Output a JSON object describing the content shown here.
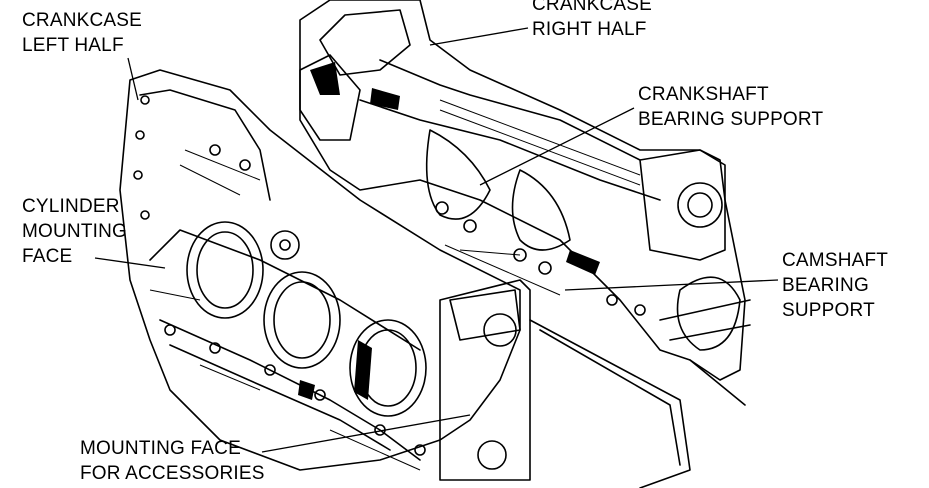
{
  "labels": {
    "crankcase_left": [
      "CRANKCASE",
      "LEFT HALF"
    ],
    "crankcase_right": [
      "CRANKCASE",
      "RIGHT HALF"
    ],
    "crankshaft_bearing": [
      "CRANKSHAFT",
      "BEARING SUPPORT"
    ],
    "cylinder_mounting": [
      "CYLINDER",
      "MOUNTING",
      "FACE"
    ],
    "camshaft_bearing": [
      "CAMSHAFT",
      "BEARING",
      "SUPPORT"
    ],
    "mounting_face": [
      "MOUNTING FACE",
      "FOR ACCESSORIES"
    ]
  },
  "colors": {
    "ink": "#000000",
    "paper": "#ffffff"
  }
}
